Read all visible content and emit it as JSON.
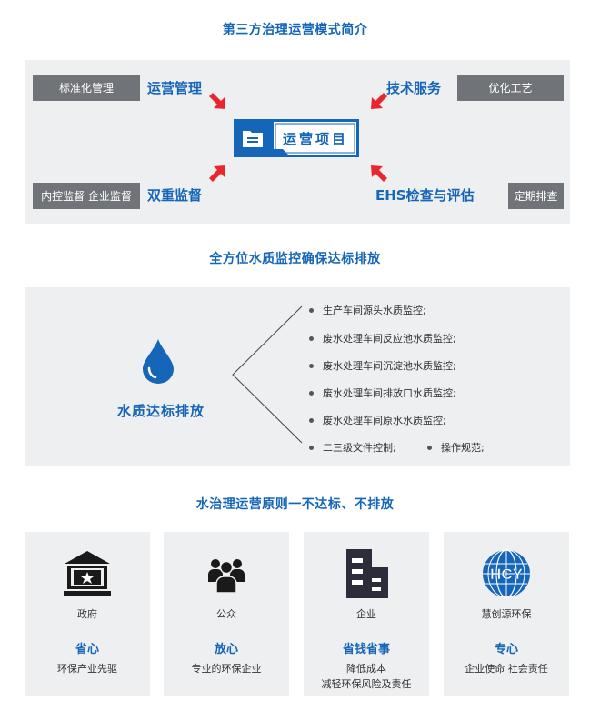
{
  "section1": {
    "title": "第三方治理运营模式简介",
    "center_label": "运营项目",
    "top_left_box": "标准化管理",
    "top_left_label": "运营管理",
    "top_right_label": "技术服务",
    "top_right_box": "优化工艺",
    "bottom_left_box": "内控监督  企业监督",
    "bottom_left_label": "双重监督",
    "bottom_right_label": "EHS检查与评估",
    "bottom_right_box": "定期排查"
  },
  "section2": {
    "title": "全方位水质监控确保达标排放",
    "left_label": "水质达标排放",
    "items": [
      "生产车间源头水质监控;",
      "废水处理车间反应池水质监控;",
      "废水处理车间沉淀池水质监控;",
      "废水处理车间排放口水质监控;",
      "废水处理车间原水水质监控;",
      "二三级文件控制;",
      "操作规范;"
    ]
  },
  "section3": {
    "title": "水治理运营原则一不达标、不排放",
    "cards": [
      {
        "who": "政府",
        "head": "省心",
        "desc": "环保产业先驱",
        "icon": "government-icon"
      },
      {
        "who": "公众",
        "head": "放心",
        "desc": "专业的环保企业",
        "icon": "people-icon"
      },
      {
        "who": "企业",
        "head": "省钱省事",
        "desc": "降低成本",
        "desc2": "减轻环保风险及责任",
        "icon": "building-icon"
      },
      {
        "who": "慧创源环保",
        "head": "专心",
        "desc": "企业使命  社会责任",
        "icon": "hcy-logo-icon",
        "logo_text": "HCY"
      }
    ]
  },
  "colors": {
    "accent": "#1565b8",
    "arrow": "#e8262e",
    "panel": "#eeeff1",
    "gray_box": "#707377"
  }
}
